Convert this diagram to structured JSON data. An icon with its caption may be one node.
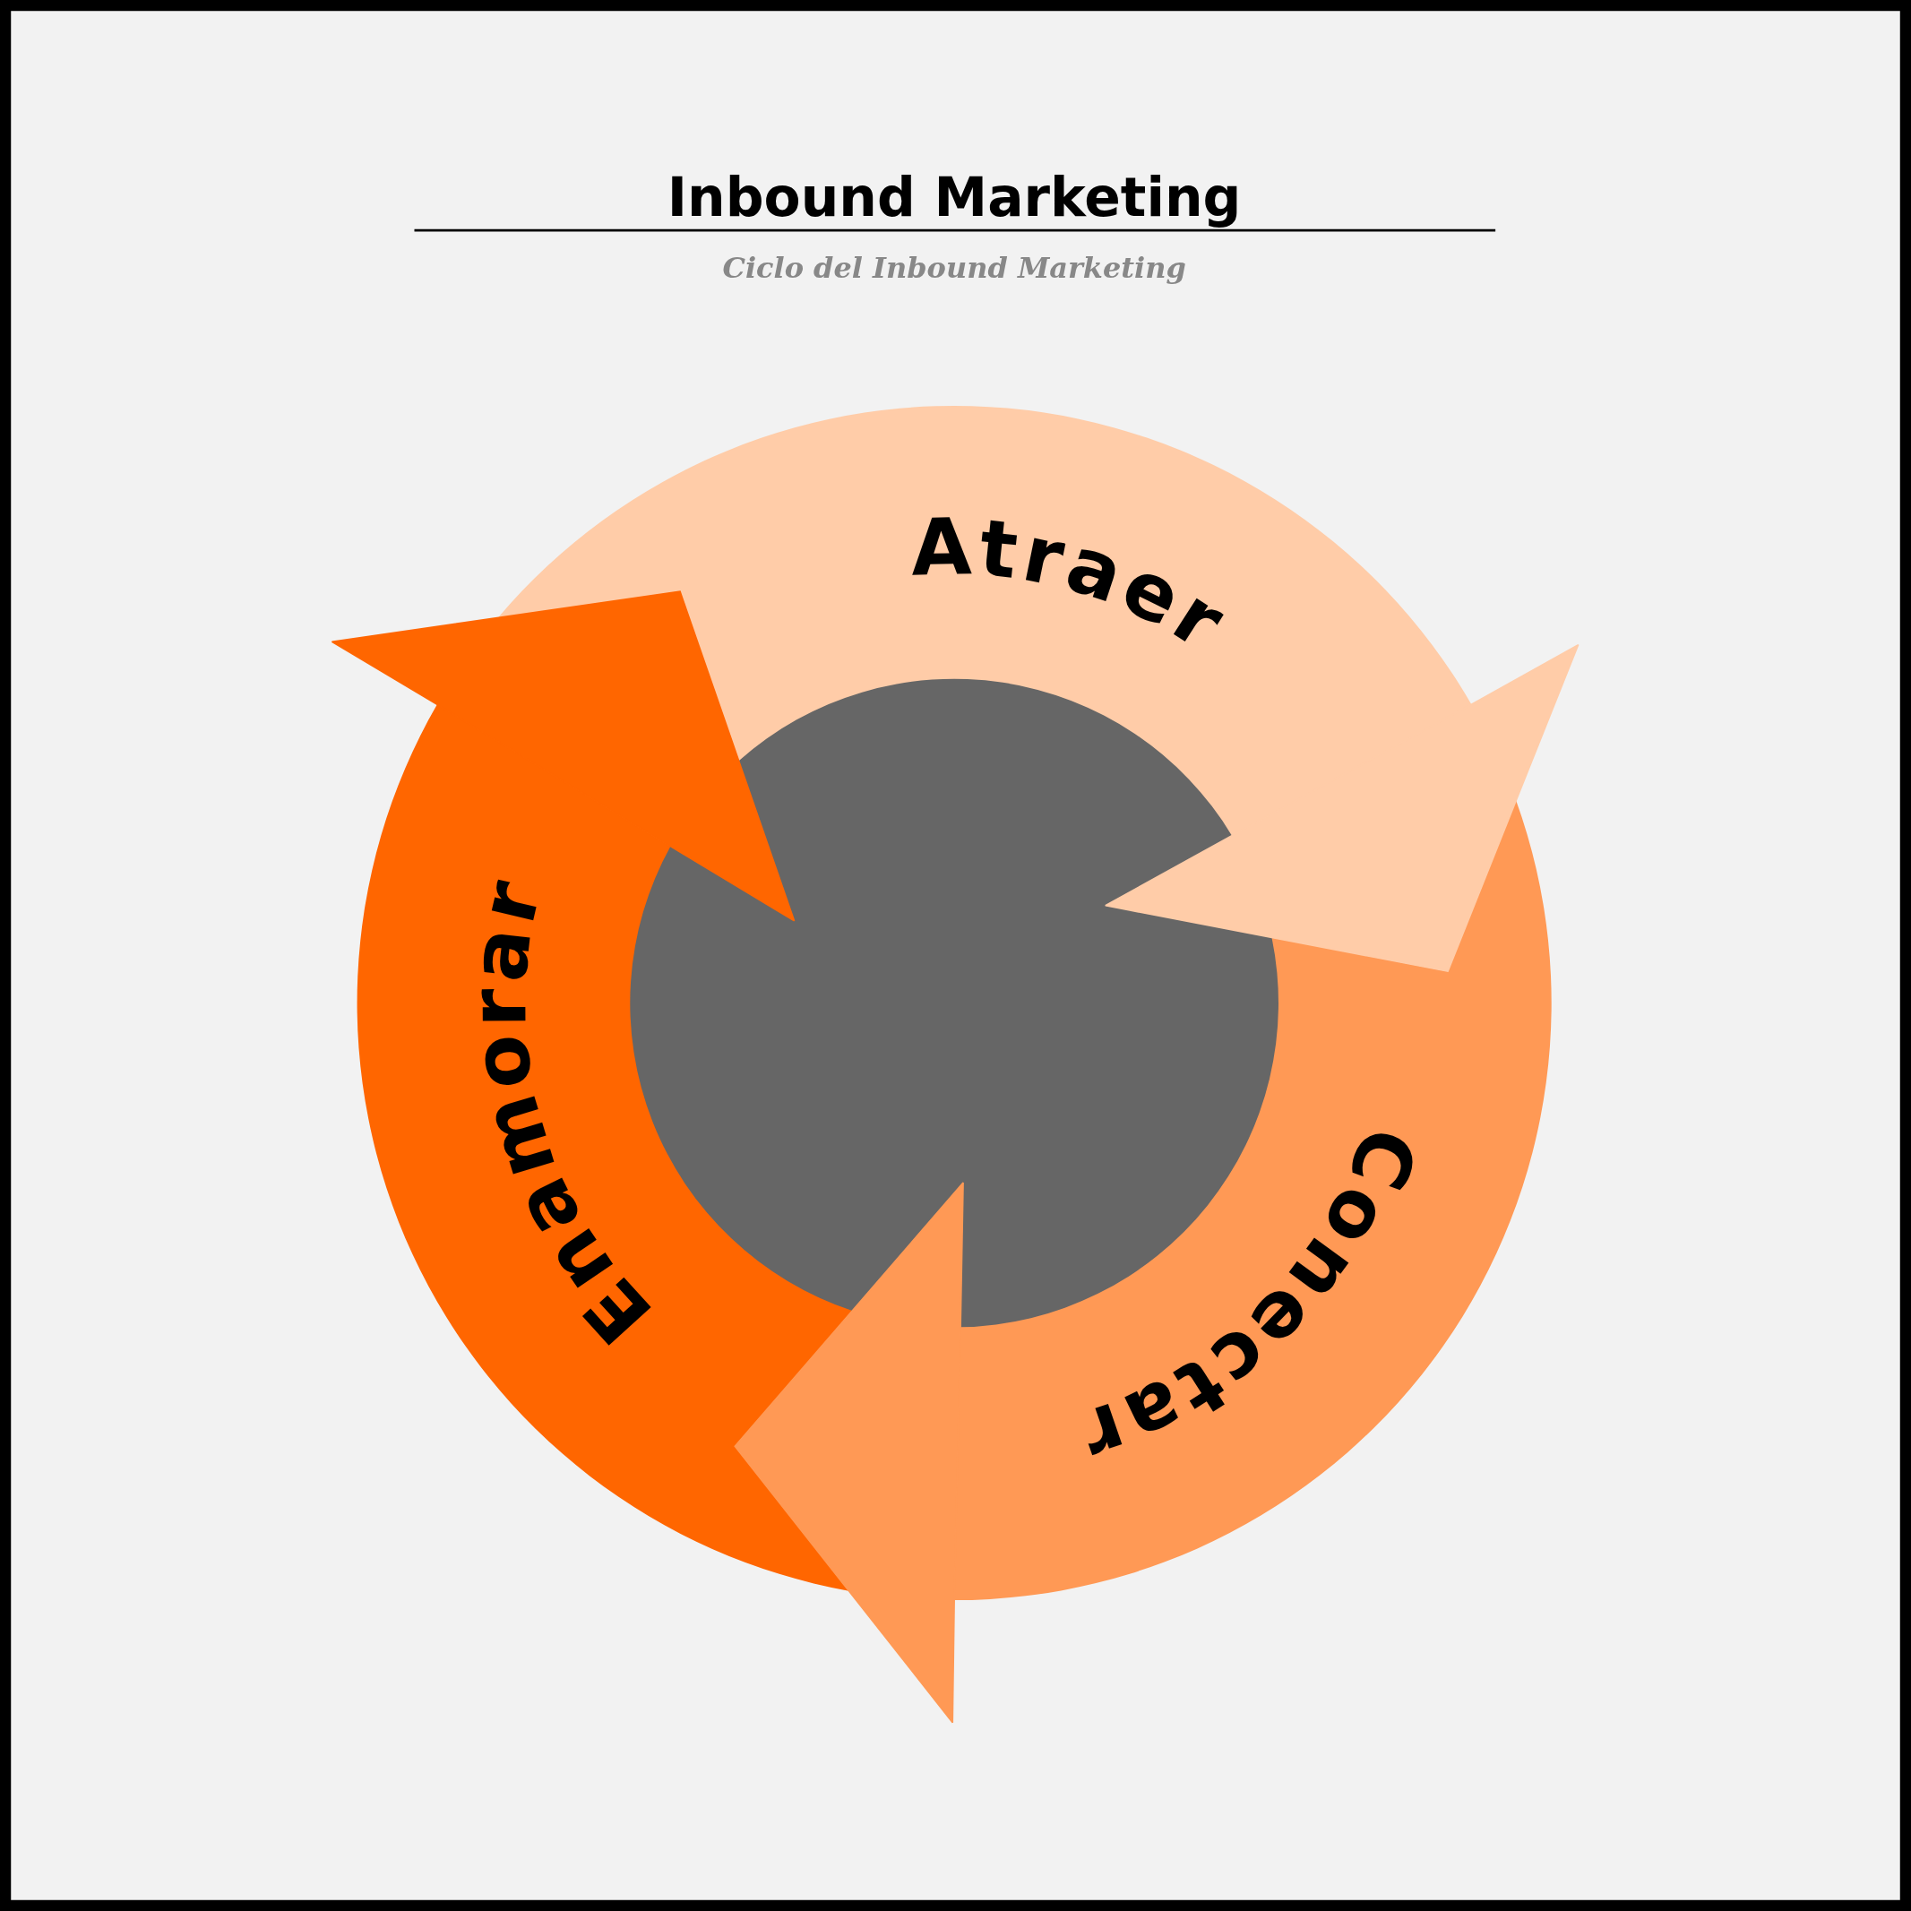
{
  "diagram": {
    "title": "Inbound Marketing",
    "nodes": [
      {
        "text": [
          "Atraer"
        ]
      },
      {
        "text": [
          "Conectar"
        ]
      },
      {
        "text": [
          "Enamorar"
        ]
      },
      {
        "text": [],
        "shape": "circle"
      }
    ],
    "edges": [
      {
        "from": 0,
        "to": 1,
        "arrow": "to"
      },
      {
        "from": 1,
        "to": 2,
        "arrow": "to"
      },
      {
        "from": 2,
        "to": 0,
        "arrow": "to",
        "color": "#ff6600"
      }
    ],
    "labels": [
      "Ciclo del Inbound Marketing"
    ]
  }
}
